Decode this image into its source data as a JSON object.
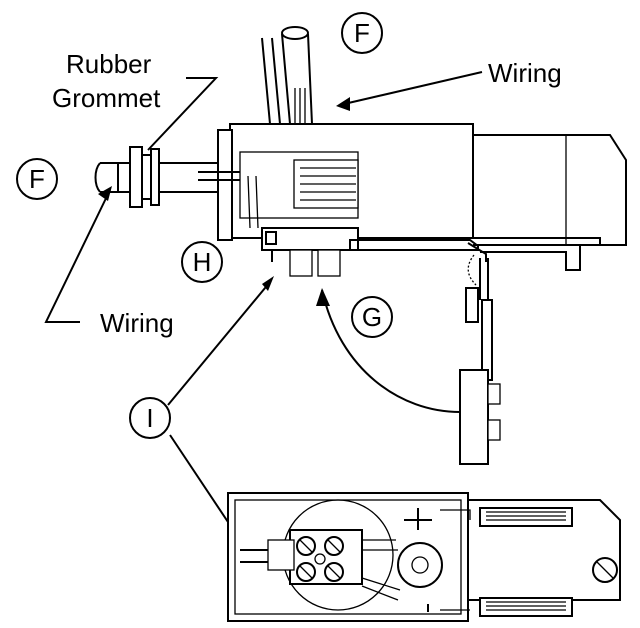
{
  "labels": {
    "rubber": "Rubber",
    "grommet": "Grommet",
    "wiring_top": "Wiring",
    "wiring_left": "Wiring"
  },
  "callouts": {
    "f_top": "F",
    "f_left": "F",
    "h": "H",
    "g": "G",
    "i": "I"
  }
}
